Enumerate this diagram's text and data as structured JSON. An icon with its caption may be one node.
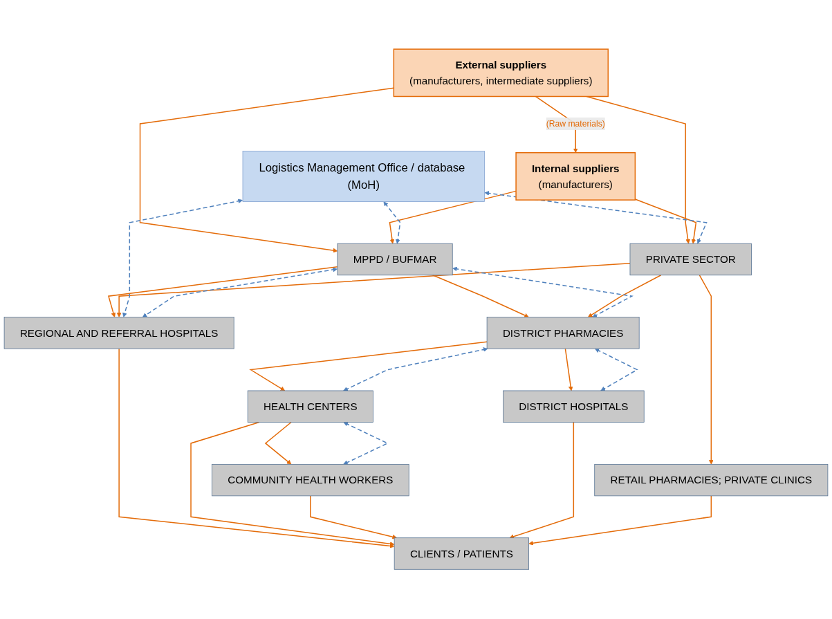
{
  "diagram": {
    "nodes": [
      {
        "text": [
          "External suppliers",
          "(manufacturers, intermediate suppliers)"
        ]
      },
      {
        "text": [
          "Internal suppliers",
          "(manufacturers)"
        ]
      },
      {
        "text": [
          "Logistics Management Office / database (MoH)"
        ]
      },
      {
        "text": [
          "MPPD / BUFMAR"
        ]
      },
      {
        "text": [
          "PRIVATE SECTOR"
        ]
      },
      {
        "text": [
          "REGIONAL AND REFERRAL HOSPITALS"
        ]
      },
      {
        "text": [
          "DISTRICT PHARMACIES"
        ]
      },
      {
        "text": [
          "HEALTH CENTERS"
        ]
      },
      {
        "text": [
          "DISTRICT HOSPITALS"
        ]
      },
      {
        "text": [
          "RETAIL PHARMACIES; PRIVATE CLINICS"
        ]
      },
      {
        "text": [
          "COMMUNITY HEALTH WORKERS"
        ]
      },
      {
        "text": [
          "CLIENTS / PATIENTS"
        ]
      }
    ],
    "edges": [
      {
        "from": 0,
        "to": 1,
        "arrow": "to",
        "label": "(Raw materials)"
      },
      {
        "from": 0,
        "to": 3,
        "arrow": "to"
      },
      {
        "from": 0,
        "to": 4,
        "arrow": "to"
      },
      {
        "from": 1,
        "to": 3,
        "arrow": "to"
      },
      {
        "from": 1,
        "to": 4,
        "arrow": "to"
      },
      {
        "from": 3,
        "to": 5,
        "arrow": "to"
      },
      {
        "from": 3,
        "to": 6,
        "arrow": "to"
      },
      {
        "from": 4,
        "to": 5,
        "arrow": "to"
      },
      {
        "from": 4,
        "to": 6,
        "arrow": "to"
      },
      {
        "from": 4,
        "to": 9,
        "arrow": "to"
      },
      {
        "from": 5,
        "to": 11,
        "arrow": "to"
      },
      {
        "from": 6,
        "to": 7,
        "arrow": "to"
      },
      {
        "from": 6,
        "to": 8,
        "arrow": "to"
      },
      {
        "from": 7,
        "to": 10,
        "arrow": "to"
      },
      {
        "from": 7,
        "to": 11,
        "arrow": "to"
      },
      {
        "from": 10,
        "to": 11,
        "arrow": "to"
      },
      {
        "from": 8,
        "to": 11,
        "arrow": "to"
      },
      {
        "from": 9,
        "to": 11,
        "arrow": "to"
      },
      {
        "from": 2,
        "to": 3,
        "arrow": "both",
        "style": "dashed",
        "color": "#4f81bd"
      },
      {
        "from": 2,
        "to": 5,
        "arrow": "both",
        "style": "dashed",
        "color": "#4f81bd"
      },
      {
        "from": 2,
        "to": 4,
        "arrow": "both",
        "style": "dashed",
        "color": "#4f81bd"
      },
      {
        "from": 3,
        "to": 5,
        "arrow": "both",
        "style": "dashed",
        "color": "#4f81bd"
      },
      {
        "from": 3,
        "to": 6,
        "arrow": "both",
        "style": "dashed",
        "color": "#4f81bd"
      },
      {
        "from": 6,
        "to": 7,
        "arrow": "both",
        "style": "dashed",
        "color": "#4f81bd"
      },
      {
        "from": 6,
        "to": 8,
        "arrow": "both",
        "style": "dashed",
        "color": "#4f81bd"
      },
      {
        "from": 7,
        "to": 10,
        "arrow": "both",
        "style": "dashed",
        "color": "#4f81bd"
      }
    ]
  }
}
